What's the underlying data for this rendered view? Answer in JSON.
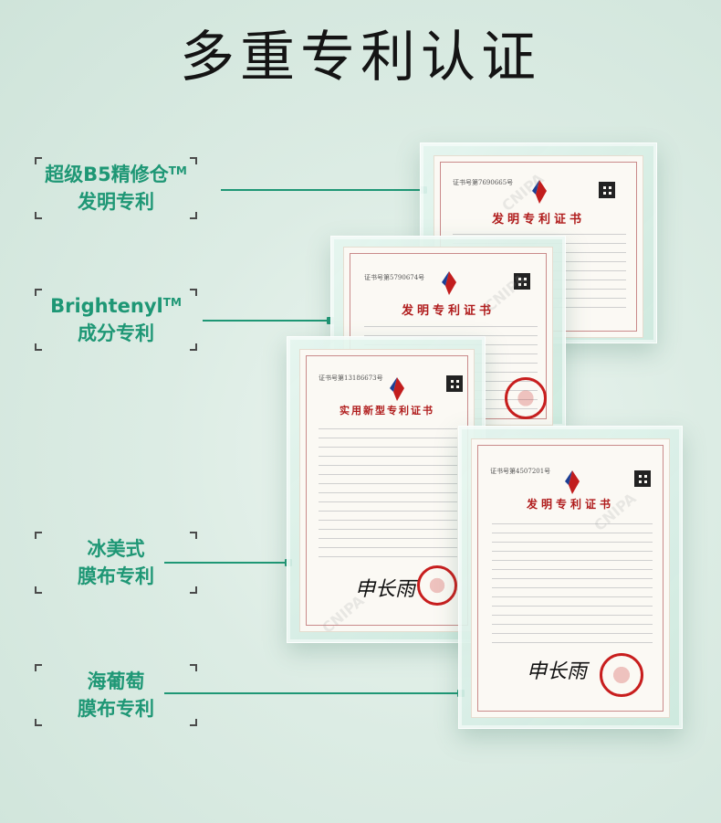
{
  "title": "多重专利认证",
  "callouts": [
    {
      "line1": "超级B5精修仓",
      "tm": "TM",
      "line2": "发明专利"
    },
    {
      "line1": "Brightenyl",
      "tm": "TM",
      "line2": "成分专利"
    },
    {
      "line1": "冰美式",
      "tm": "",
      "line2": "膜布专利"
    },
    {
      "line1": "海葡萄",
      "tm": "",
      "line2": "膜布专利"
    }
  ],
  "certificates": [
    {
      "title": "发明专利证书",
      "number": "证书号第7690665号"
    },
    {
      "title": "发明专利证书",
      "number": "证书号第5790674号"
    },
    {
      "title": "实用新型专利证书",
      "number": "证书号第13186673号"
    },
    {
      "title": "发明专利证书",
      "number": "证书号第4507201号"
    }
  ],
  "colors": {
    "accent": "#1e9775",
    "cert_red": "#b01c1c"
  }
}
